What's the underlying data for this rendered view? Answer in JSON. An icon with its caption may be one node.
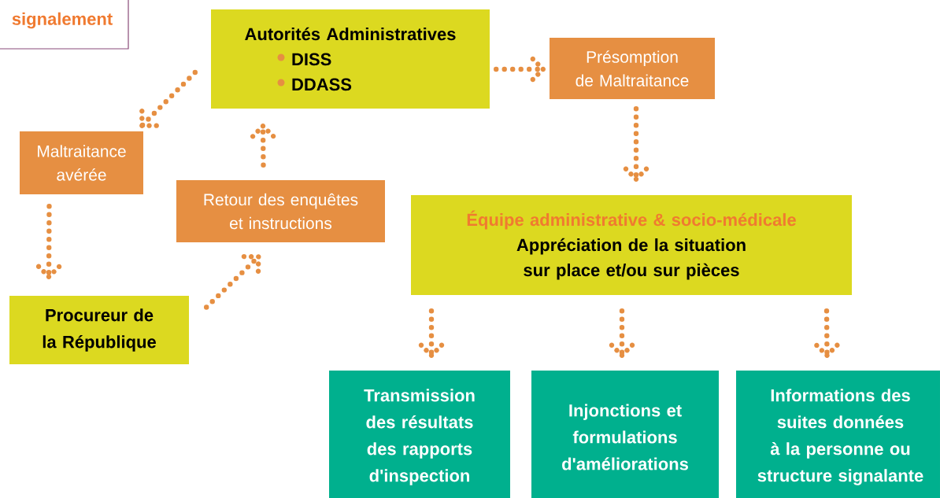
{
  "diagram": {
    "nodes": [
      {
        "text": [
          "signalement"
        ]
      },
      {
        "text": [
          "Autorités Administratives",
          "DISS",
          "DDASS"
        ]
      },
      {
        "text": [
          "Présomption de Maltraitance"
        ]
      },
      {
        "text": [
          "Maltraitance avérée"
        ]
      },
      {
        "text": [
          "Retour des enquêtes et instructions"
        ]
      },
      {
        "text": [
          "Équipe administrative & socio-médicale",
          "Appréciation de la situation sur place et/ou sur pièces"
        ]
      },
      {
        "text": [
          "Procureur de la République"
        ]
      },
      {
        "text": [
          "Transmission des résultats des rapports d'inspection"
        ]
      },
      {
        "text": [
          "Injonctions et formulations d'améliorations"
        ]
      },
      {
        "text": [
          "Informations des suites données à la personne ou structure signalante"
        ]
      }
    ],
    "edges": [
      {
        "from": 1,
        "to": 3,
        "arrow": "to"
      },
      {
        "from": 1,
        "to": 2,
        "arrow": "to"
      },
      {
        "from": 2,
        "to": 5,
        "arrow": "to"
      },
      {
        "from": 3,
        "to": 6,
        "arrow": "to"
      },
      {
        "from": 6,
        "to": 4,
        "arrow": "to"
      },
      {
        "from": 4,
        "to": 1,
        "arrow": "to"
      },
      {
        "from": 5,
        "to": 7,
        "arrow": "to"
      },
      {
        "from": 5,
        "to": 8,
        "arrow": "to"
      },
      {
        "from": 5,
        "to": 9,
        "arrow": "to"
      }
    ]
  }
}
